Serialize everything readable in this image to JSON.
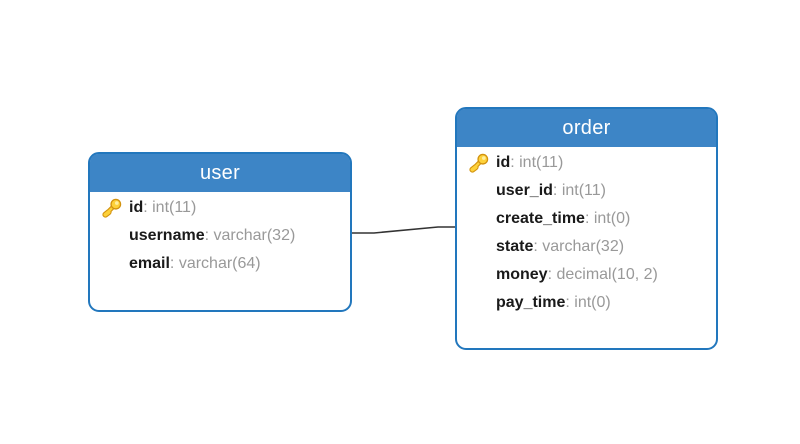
{
  "diagram": {
    "field_separator": ": ",
    "colors": {
      "table_header_bg": "#3d85c6",
      "table_border": "#2277bd",
      "title_text": "#ffffff",
      "field_name_text": "#1a1a1a",
      "field_type_text": "#999999",
      "connector_line": "#333333",
      "key_icon_fill": "#fdd13a",
      "key_icon_stroke": "#d2920e"
    },
    "tables": [
      {
        "title": "user",
        "fields": [
          {
            "name": "id",
            "type": "int(11)",
            "primary_key": true
          },
          {
            "name": "username",
            "type": "varchar(32)",
            "primary_key": false
          },
          {
            "name": "email",
            "type": "varchar(64)",
            "primary_key": false
          }
        ]
      },
      {
        "title": "order",
        "fields": [
          {
            "name": "id",
            "type": "int(11)",
            "primary_key": true
          },
          {
            "name": "user_id",
            "type": "int(11)",
            "primary_key": false
          },
          {
            "name": "create_time",
            "type": "int(0)",
            "primary_key": false
          },
          {
            "name": "state",
            "type": "varchar(32)",
            "primary_key": false
          },
          {
            "name": "money",
            "type": "decimal(10, 2)",
            "primary_key": false
          },
          {
            "name": "pay_time",
            "type": "int(0)",
            "primary_key": false
          }
        ]
      }
    ],
    "relationship": {
      "from": "user",
      "to": "order"
    }
  }
}
